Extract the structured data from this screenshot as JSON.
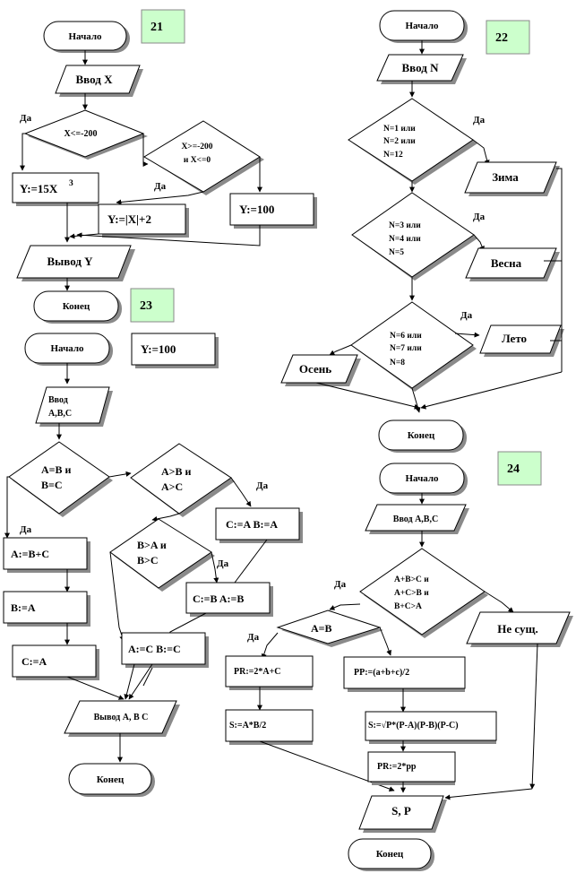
{
  "badges": {
    "b21": "21",
    "b22": "22",
    "b23": "23",
    "b24": "24"
  },
  "common": {
    "start": "Начало",
    "end": "Конец",
    "yes": "Да"
  },
  "f21": {
    "input": "Ввод X",
    "cond1": "X<=-200",
    "cond2a": "X>=-200",
    "cond2b": "и X<=0",
    "y1": "Y:=15X",
    "y1_sup": "3",
    "y2": "Y:=|X|+2",
    "y3": "Y:=100",
    "output": "Вывод Y"
  },
  "f22": {
    "input": "Ввод N",
    "c1": [
      "N=1 или",
      "N=2 или",
      "N=12"
    ],
    "c2": [
      "N=3 или",
      "N=4 или",
      "N=5"
    ],
    "c3": [
      "N=6 или",
      "N=7 или",
      "N=8"
    ],
    "winter": "Зима",
    "spring": "Весна",
    "summer": "Лето",
    "autumn": "Осень"
  },
  "f23": {
    "y100": "Y:=100",
    "input_a": "Ввод",
    "input_b": "A,B,C",
    "c1": [
      "A=B и",
      "B=C"
    ],
    "c2": [
      "A>B и",
      "A>C"
    ],
    "c3": [
      "B>A и",
      "B>C"
    ],
    "a_bc": "A:=B+C",
    "b_a": "B:=A",
    "c_a": "C:=A",
    "ca_ba": "C:=A  B:=A",
    "cb_ab": "C:=B  A:=B",
    "ac_bc": "A:=C  B:=C",
    "output": "Вывод A, B C"
  },
  "f24": {
    "input": "Ввод A,B,C",
    "c1": [
      "A+B>C и",
      "A+C>B и",
      "B+C>A"
    ],
    "c2": "A=B",
    "pr1": "PR:=2*A+C",
    "pp": "PP:=(a+b+c)/2",
    "s1": "S:=A*B/2",
    "s2": "S:=√P*(P-A)(P-B)(P-C)",
    "pr2": "PR:=2*pp",
    "output": "S, P",
    "none": "Не сущ."
  }
}
